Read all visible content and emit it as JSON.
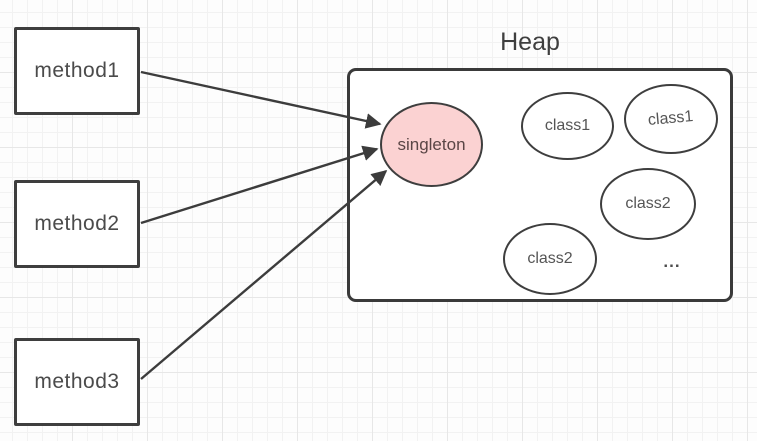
{
  "diagram": {
    "title": "Heap",
    "methods": [
      {
        "label": "method1"
      },
      {
        "label": "method2"
      },
      {
        "label": "method3"
      }
    ],
    "heap": {
      "singleton": {
        "label": "singleton"
      },
      "objects": [
        {
          "label": "class1"
        },
        {
          "label": "class1"
        },
        {
          "label": "class2"
        },
        {
          "label": "class2"
        }
      ],
      "ellipsis": "..."
    },
    "arrows": [
      {
        "from": "method1",
        "to": "singleton"
      },
      {
        "from": "method2",
        "to": "singleton"
      },
      {
        "from": "method3",
        "to": "singleton"
      }
    ],
    "colors": {
      "stroke": "#3c3c3c",
      "singleton_fill": "#fbd2d2",
      "background": "#fdfdfd",
      "grid_line": "#f2f2f2",
      "text": "#4b4b4b"
    }
  }
}
